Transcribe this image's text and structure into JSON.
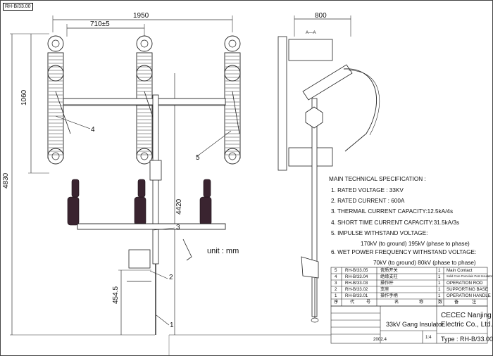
{
  "drawing_ref": "RH-B/33.00",
  "dims": {
    "overall_width": "1950",
    "phase_spacing": "710±5",
    "insulator_height": "1060",
    "total_height": "4830",
    "shaft_height": "4420",
    "handle_height": "454.5",
    "side_width": "800",
    "section_label": "A—A"
  },
  "callouts": [
    "1",
    "2",
    "3",
    "4",
    "5"
  ],
  "unit_note": "unit : mm",
  "spec": {
    "heading": "MAIN TECHNICAL SPECIFICATION :",
    "lines": [
      "1. RATED VOLTAGE : 33KV",
      "2. RATED CURRENT : 600A",
      "3. THERMAIL CURRENT CAPACITY:12.5kA/4s",
      "4. SHORT TIME CURRENT CAPACITY:31.5kA/3s",
      "5. IMPULSE WITHSTAND VOLTAGE:"
    ],
    "impulse_values": "170kV (to ground)  195kV (phase to phase)",
    "line6": "6. WET POWER FREQUENCY WITHSTAND VOLTAGE:",
    "wet_values": "70kV (to ground)  80kV (phase to phase)"
  },
  "parts": [
    {
      "no": "5",
      "code": "RH-B/33.05",
      "cn": "瓷质开关",
      "qty": "1",
      "name": "Main Contact"
    },
    {
      "no": "4",
      "code": "RH-B/33.04",
      "cn": "绝缘支柱",
      "qty": "1",
      "name": "Solid Core Porcelain Post Insulator"
    },
    {
      "no": "3",
      "code": "RH-B/33.03",
      "cn": "操作杆",
      "qty": "1",
      "name": "OPERATION ROD"
    },
    {
      "no": "2",
      "code": "RH-B/33.02",
      "cn": "支座",
      "qty": "1",
      "name": "SUPPORTING BASE"
    },
    {
      "no": "1",
      "code": "RH-B/33.01",
      "cn": "操作手柄",
      "qty": "1",
      "name": "OPERATION HANDLE"
    }
  ],
  "parts_header": [
    "序",
    "代",
    "号",
    "名",
    "称",
    "数",
    "备",
    "注"
  ],
  "title_block": {
    "product": "33kV Gang Insulator",
    "company_line1": "CECEC Nanjing",
    "company_line2": "Electric Co., Ltd.",
    "scale": "1:4",
    "type": "Type : RH-B/33.00",
    "date": "2002.4"
  }
}
